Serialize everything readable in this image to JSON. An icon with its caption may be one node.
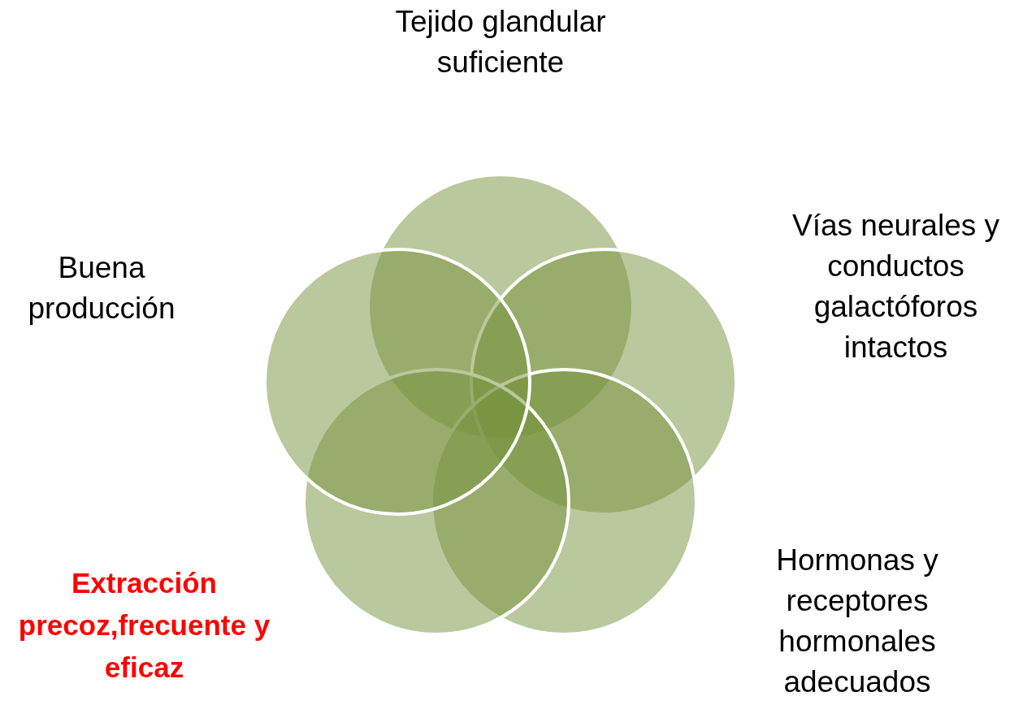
{
  "diagram": {
    "nodes": [
      {
        "text": [],
        "shape": "circle",
        "beside": [
          "Tejido glandular suficiente"
        ]
      },
      {
        "text": [],
        "shape": "circle",
        "beside": [
          "Vías neurales y conductos galactóforos intactos"
        ]
      },
      {
        "text": [],
        "shape": "circle",
        "beside": [
          "Hormonas y receptores hormonales adecuados"
        ]
      },
      {
        "text": [],
        "shape": "circle",
        "beside": [
          "Extracción precoz,frecuente y eficaz"
        ]
      },
      {
        "text": [],
        "shape": "circle",
        "beside": [
          "Buena producción"
        ]
      }
    ],
    "edges": []
  }
}
